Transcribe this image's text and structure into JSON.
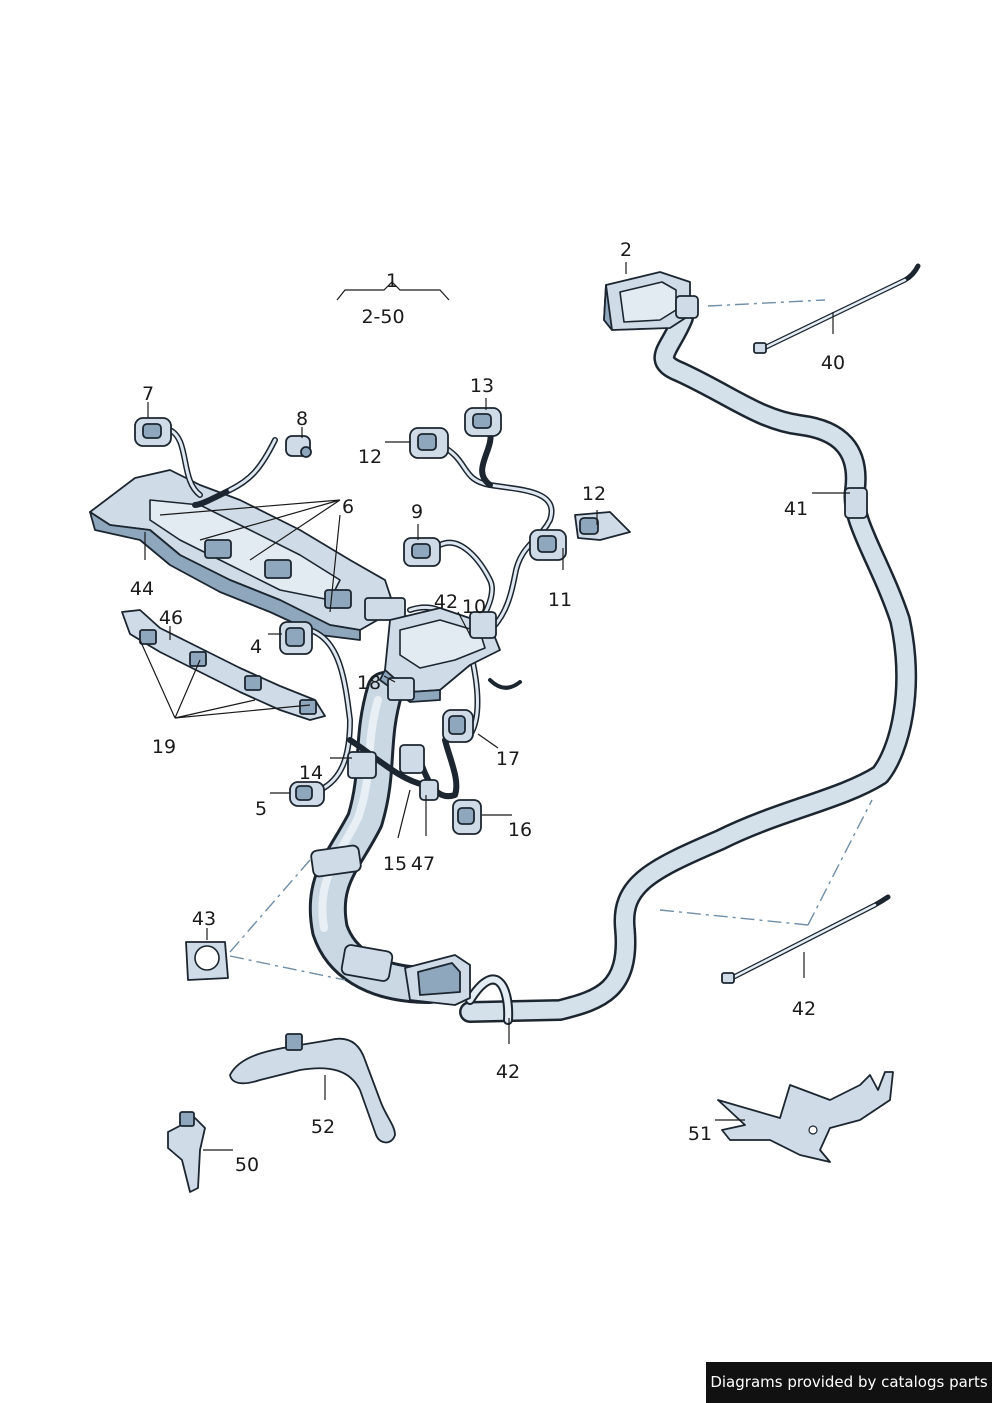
{
  "diagram": {
    "group_label": "1",
    "group_range": "2-50",
    "callouts": {
      "c2": "2",
      "c40": "40",
      "c41": "41",
      "c42a": "42",
      "c42b": "42",
      "c42c": "42",
      "c7": "7",
      "c8": "8",
      "c6": "6",
      "c44": "44",
      "c46": "46",
      "c19": "19",
      "c4": "4",
      "c18": "18",
      "c14": "14",
      "c5": "5",
      "c15": "15",
      "c47": "47",
      "c13": "13",
      "c12a": "12",
      "c12b": "12",
      "c9": "9",
      "c10": "10",
      "c11": "11",
      "c17": "17",
      "c16": "16",
      "c43": "43",
      "c52": "52",
      "c50": "50",
      "c51": "51"
    }
  },
  "footer": {
    "text": "Diagrams provided by catalogs parts"
  },
  "colors": {
    "part_fill": "#cfdbe6",
    "part_shade": "#8fa7bd",
    "outline": "#1c2630",
    "dash_line": "#6f8ea8"
  }
}
